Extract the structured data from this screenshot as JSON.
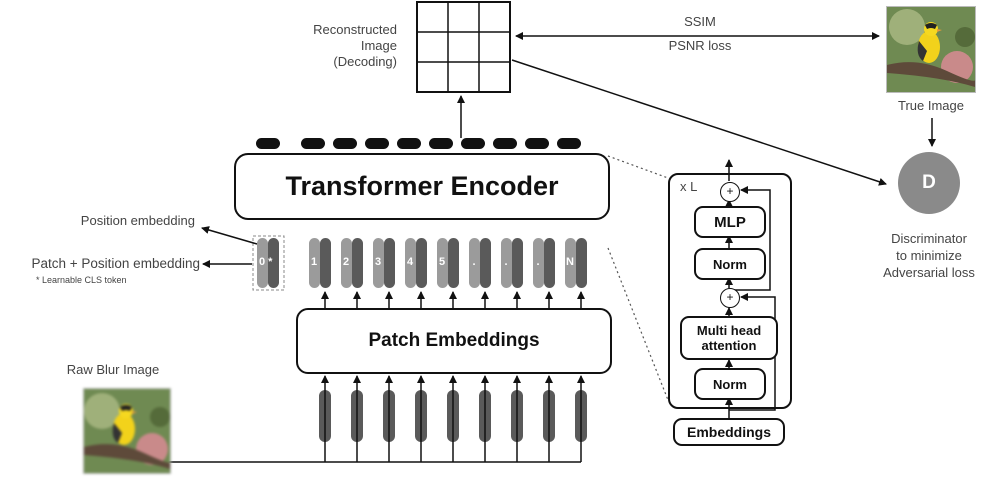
{
  "labels": {
    "reconstructed": [
      "Reconstructed",
      "Image",
      "(Decoding)"
    ],
    "ssim": "SSIM",
    "psnr": "PSNR loss",
    "true_image": "True Image",
    "discriminator": [
      "Discriminator",
      "to minimize",
      "Adversarial loss"
    ],
    "disc_letter": "D",
    "transformer_encoder": "Transformer Encoder",
    "patch_embeddings": "Patch Embeddings",
    "position_embedding": "Position embedding",
    "patch_position_embedding": "Patch + Position embedding",
    "cls_note": "* Learnable CLS token",
    "raw_blur": "Raw Blur Image",
    "xl": "x L",
    "mlp": "MLP",
    "norm_top": "Norm",
    "mha": [
      "Multi head",
      "attention"
    ],
    "norm_bottom": "Norm",
    "embeddings": "Embeddings",
    "plus": "+",
    "cls_token": "0 *"
  },
  "tokens": [
    "1",
    "2",
    "3",
    "4",
    "5",
    ".",
    ".",
    ".",
    "N"
  ],
  "colors": {
    "token_light": "#9b9b9b",
    "token_dark": "#5a5a5a",
    "discriminator": "#8a8a8a"
  }
}
